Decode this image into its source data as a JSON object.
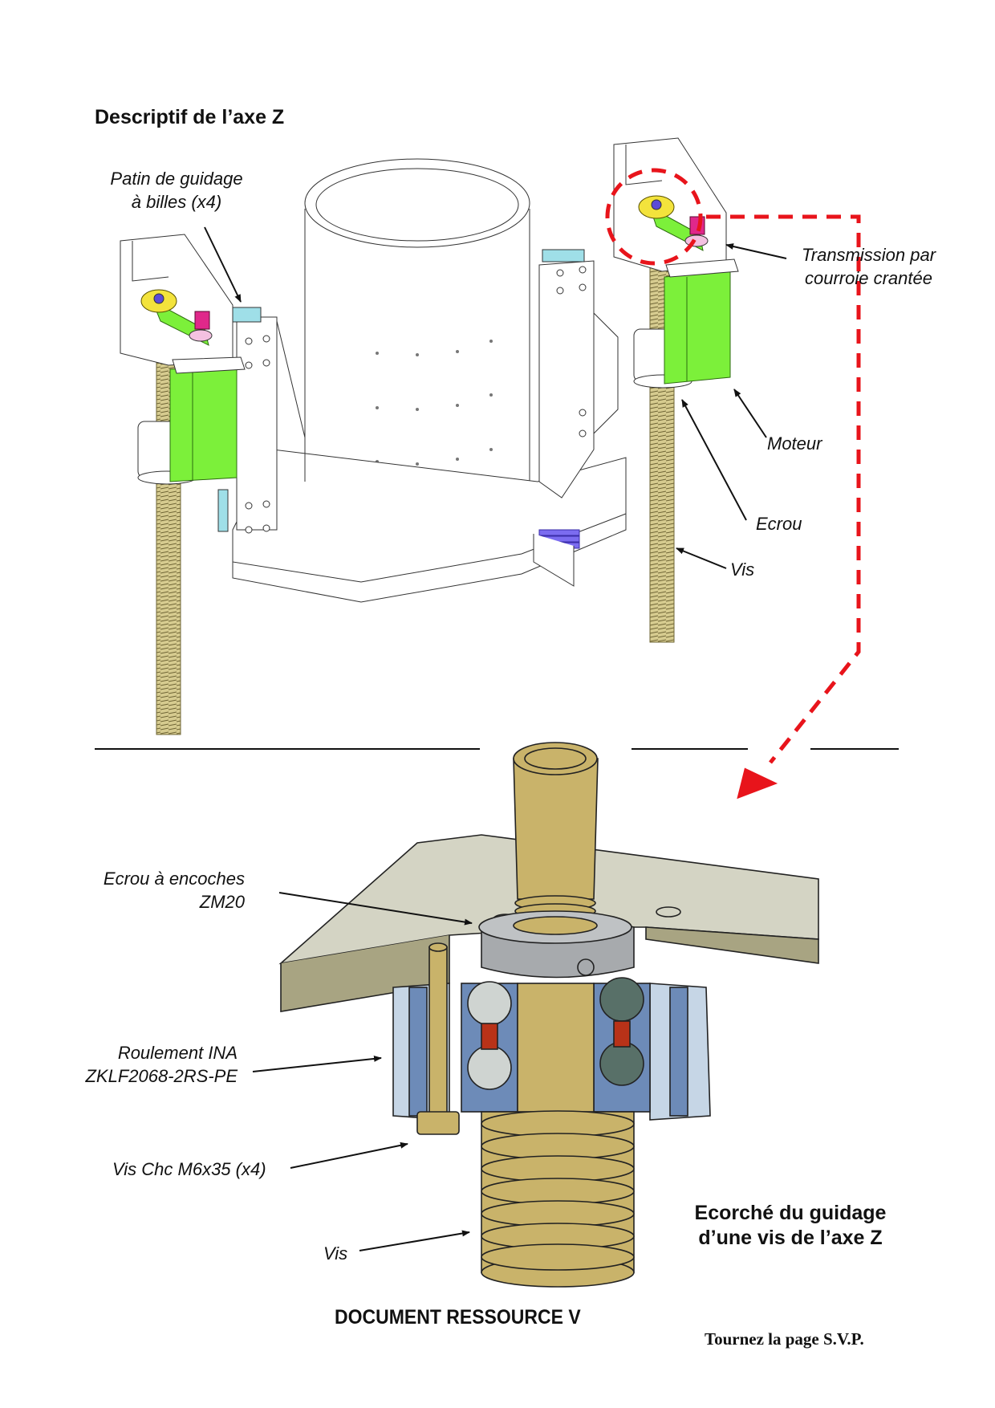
{
  "page": {
    "section_title": "Descriptif de l’axe Z",
    "document_label": "DOCUMENT RESSOURCE V",
    "turn_page": "Tournez la page S.V.P."
  },
  "top_figure": {
    "labels": {
      "patin_line1": "Patin de guidage",
      "patin_line2": "à billes (x4)",
      "transmission_line1": "Transmission par",
      "transmission_line2": "courroie crantée",
      "moteur": "Moteur",
      "ecrou": "Ecrou",
      "vis": "Vis"
    }
  },
  "bottom_figure": {
    "caption_line1": "Ecorché du guidage",
    "caption_line2": "d’une vis de l’axe Z",
    "labels": {
      "ecrou_line1": "Ecrou à encoches",
      "ecrou_line2": "ZM20",
      "roulement_line1": "Roulement INA",
      "roulement_line2": "ZKLF2068-2RS-PE",
      "vis_chc": "Vis Chc M6x35 (x4)",
      "vis": "Vis"
    }
  },
  "colors": {
    "highlight_red": "#e8141b",
    "motor_green": "#7cf03a",
    "screw_bronze": "#c9b36a",
    "bearing_blue": "#6d8bb8",
    "plate_gray": "#d4d4c4"
  }
}
